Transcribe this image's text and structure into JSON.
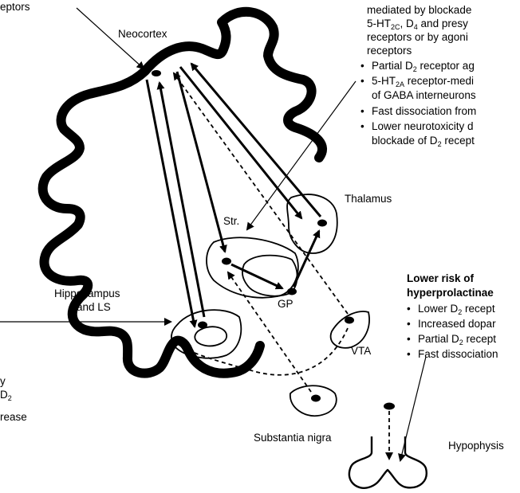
{
  "labels": {
    "receptors_top": "eptors",
    "neocortex": "Neocortex",
    "thalamus": "Thalamus",
    "striatum": "Str.",
    "gp": "GP",
    "hippocampus_1": "Hippocampus",
    "hippocampus_2": "and LS",
    "vta": "VTA",
    "substantia_nigra": "Substantia nigra",
    "hypophysis": "Hypophysis"
  },
  "left_fragments": [
    "y",
    "D",
    "rease"
  ],
  "right_text": {
    "lines": [
      {
        "text": "mediated by blockade"
      },
      {
        "text": "5-HT2C, D4 and presy"
      },
      {
        "text": "receptors or by agoni"
      },
      {
        "text": "receptors"
      }
    ],
    "bullets": [
      {
        "text": "Partial D2 receptor ag"
      },
      {
        "text": "5-HT2A receptor-medi"
      },
      {
        "text": "of GABA interneurons"
      },
      {
        "text": "Fast dissociation from"
      },
      {
        "text": "Lower neurotoxicity d"
      },
      {
        "text": "blockade of D2 recept"
      }
    ]
  },
  "prolactin_box": {
    "heading_1": "Lower risk of",
    "heading_2": "hyperprolactinae",
    "bullets": [
      {
        "text": "Lower D2 recept"
      },
      {
        "text": "Increased dopar"
      },
      {
        "text": "Partial D2 recept"
      },
      {
        "text": "Fast dissociation"
      }
    ]
  },
  "bullet_glyph": "•"
}
